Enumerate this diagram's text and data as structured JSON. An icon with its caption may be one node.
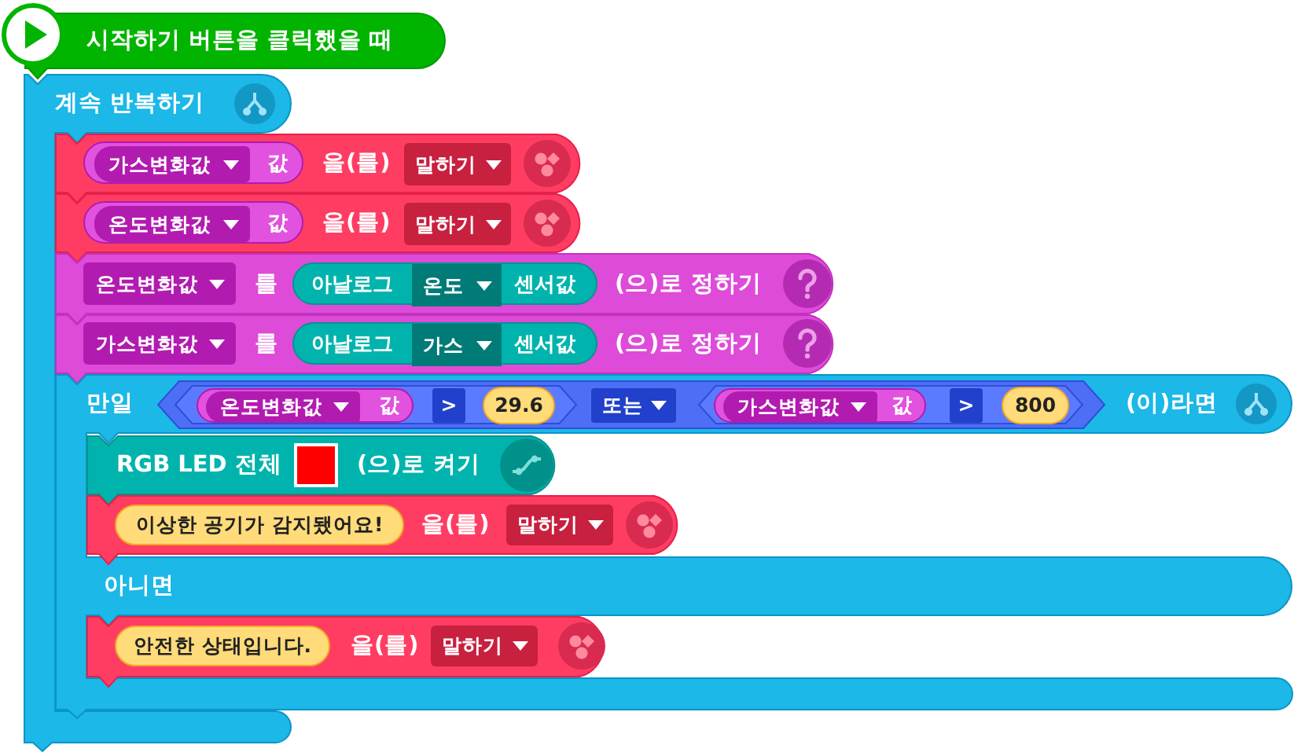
{
  "diagram": {
    "nodes": [
      {
        "text": [
          "시작하기 버튼을 클릭했을 때"
        ]
      },
      {
        "text": [
          "계속 반복하기"
        ]
      },
      {
        "text": [
          "을(를)"
        ]
      },
      {
        "text": [
          "값"
        ],
        "in": 2
      },
      {
        "text": [
          "가스변화값"
        ],
        "in": 3
      },
      {
        "text": [
          "말하기"
        ],
        "in": 2
      },
      {
        "text": [
          "을(를)"
        ]
      },
      {
        "text": [
          "값"
        ],
        "in": 6
      },
      {
        "text": [
          "온도변화값"
        ],
        "in": 7
      },
      {
        "text": [
          "말하기"
        ],
        "in": 6
      },
      {
        "text": [
          "를",
          "(으)로 정하기"
        ]
      },
      {
        "text": [
          "온도변화값"
        ],
        "in": 10
      },
      {
        "text": [
          "아날로그",
          "센서값"
        ],
        "in": 10
      },
      {
        "text": [
          "온도"
        ],
        "in": 12
      },
      {
        "text": [
          "를",
          "(으)로 정하기"
        ]
      },
      {
        "text": [
          "가스변화값"
        ],
        "in": 14
      },
      {
        "text": [
          "아날로그",
          "센서값"
        ],
        "in": 14
      },
      {
        "text": [
          "가스"
        ],
        "in": 16
      },
      {
        "text": [
          "만일",
          "(이)라면",
          "아니면"
        ]
      },
      {
        "text": [],
        "shape": "hexagon",
        "in": 18
      },
      {
        "text": [],
        "shape": "hexagon",
        "in": 19
      },
      {
        "text": [
          "값"
        ],
        "in": 20
      },
      {
        "text": [
          "온도변화값"
        ],
        "in": 21
      },
      {
        "text": [
          ">"
        ],
        "in": 20
      },
      {
        "text": [
          "29.6"
        ],
        "in": 20
      },
      {
        "text": [
          "또는"
        ],
        "in": 19
      },
      {
        "text": [],
        "shape": "hexagon",
        "in": 19
      },
      {
        "text": [
          "값"
        ],
        "in": 26
      },
      {
        "text": [
          "가스변화값"
        ],
        "in": 27
      },
      {
        "text": [
          ">"
        ],
        "in": 26
      },
      {
        "text": [
          "800"
        ],
        "in": 26
      },
      {
        "text": [
          "RGB LED 전체",
          "(으)로 켜기"
        ],
        "in": 18
      },
      {
        "text": [],
        "shape": "box",
        "in": 31
      },
      {
        "text": [
          "을(를)"
        ],
        "in": 18
      },
      {
        "text": [
          "이상한 공기가 감지됐어요!"
        ],
        "in": 33
      },
      {
        "text": [
          "말하기"
        ],
        "in": 33
      },
      {
        "text": [
          "을(를)"
        ],
        "in": 18
      },
      {
        "text": [
          "안전한 상태입니다."
        ],
        "in": 36
      },
      {
        "text": [
          "말하기"
        ],
        "in": 36
      }
    ]
  }
}
